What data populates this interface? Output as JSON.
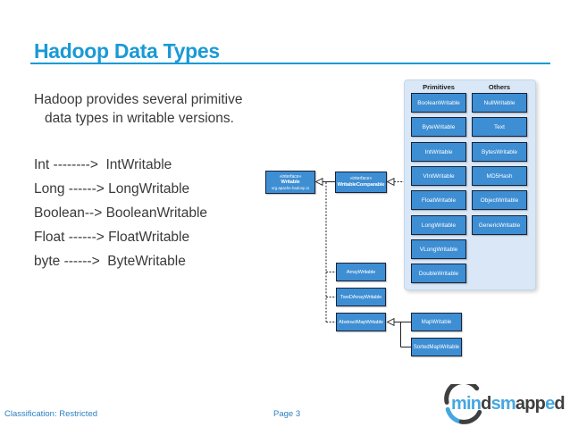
{
  "slide": {
    "title": "Hadoop Data Types",
    "body": {
      "intro_line1": "Hadoop provides several primitive",
      "intro_line2": "data types in writable versions.",
      "mappings": [
        "Int -------->  IntWritable",
        "Long ------> LongWritable",
        "Boolean--> BooleanWritable",
        "Float ------> FloatWritable",
        "byte ------>  ByteWritable"
      ]
    },
    "footer": {
      "classification": "Classification: Restricted",
      "page": "Page 3"
    },
    "logo": {
      "segments": [
        {
          "text": "min",
          "color": "blue"
        },
        {
          "text": "d",
          "color": "dark"
        },
        {
          "text": "sm",
          "color": "blue"
        },
        {
          "text": "app",
          "color": "dark"
        },
        {
          "text": "e",
          "color": "blue"
        },
        {
          "text": "d",
          "color": "dark"
        }
      ],
      "icon": "circle-arc-logo"
    }
  },
  "diagram": {
    "interfaces": {
      "writable": {
        "stereotype": "«interface»",
        "name": "Writable",
        "package": "org.apache.hadoop.io"
      },
      "writable_comparable": {
        "stereotype": "«interface»",
        "name": "WritableComparable"
      }
    },
    "panel": {
      "columns": [
        {
          "header": "Primitives",
          "items": [
            "BooleanWritable",
            "ByteWritable",
            "IntWritable",
            "VIntWritable",
            "FloatWritable",
            "LongWritable",
            "VLongWritable",
            "DoubleWritable"
          ]
        },
        {
          "header": "Others",
          "items": [
            "NullWritable",
            "Text",
            "BytesWritable",
            "MD5Hash",
            "ObjectWritable",
            "GenericWritable"
          ]
        }
      ]
    },
    "writable_subclasses": [
      "ArrayWritable",
      "TwoDArrayWritable",
      "AbstractMapWritable"
    ],
    "map_subclasses": [
      "MapWritable",
      "SortedMapWritable"
    ]
  },
  "colors": {
    "title_blue": "#199ad6",
    "footer_blue": "#2b7fc0",
    "box_blue": "#3e8ed3",
    "box_border": "#16233b",
    "panel_bg": "#d9e7f6",
    "body_text": "#3a3a3a",
    "logo_blue": "#45a7e0",
    "logo_dark": "#3f3f3f"
  }
}
